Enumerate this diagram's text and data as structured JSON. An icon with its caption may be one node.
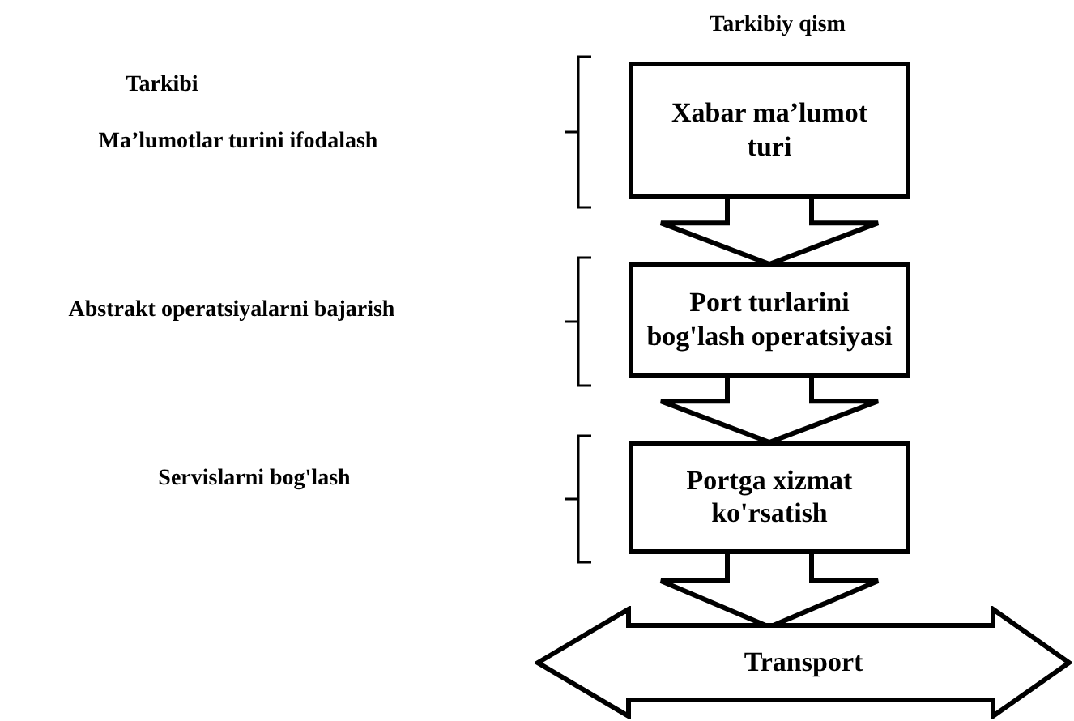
{
  "diagram": {
    "nodes": [
      {
        "text": [
          "Xabar ma’lumot turi"
        ]
      },
      {
        "text": [
          "Port turlarini bog'lash operatsiyasi"
        ]
      },
      {
        "text": [
          "Portga xizmat ko'rsatish"
        ]
      },
      {
        "text": [
          "Transport"
        ]
      }
    ],
    "edges": [
      {
        "from": 0,
        "to": 1,
        "arrow": "to"
      },
      {
        "from": 1,
        "to": 2,
        "arrow": "to"
      },
      {
        "from": 2,
        "to": 3,
        "arrow": "to"
      }
    ],
    "labels": [
      "Tarkibiy qism",
      "Tarkibi",
      "Ma’lumotlar turini ifodalash",
      "Abstrakt operatsiyalarni bajarish",
      "Servislarni bog'lash"
    ]
  }
}
